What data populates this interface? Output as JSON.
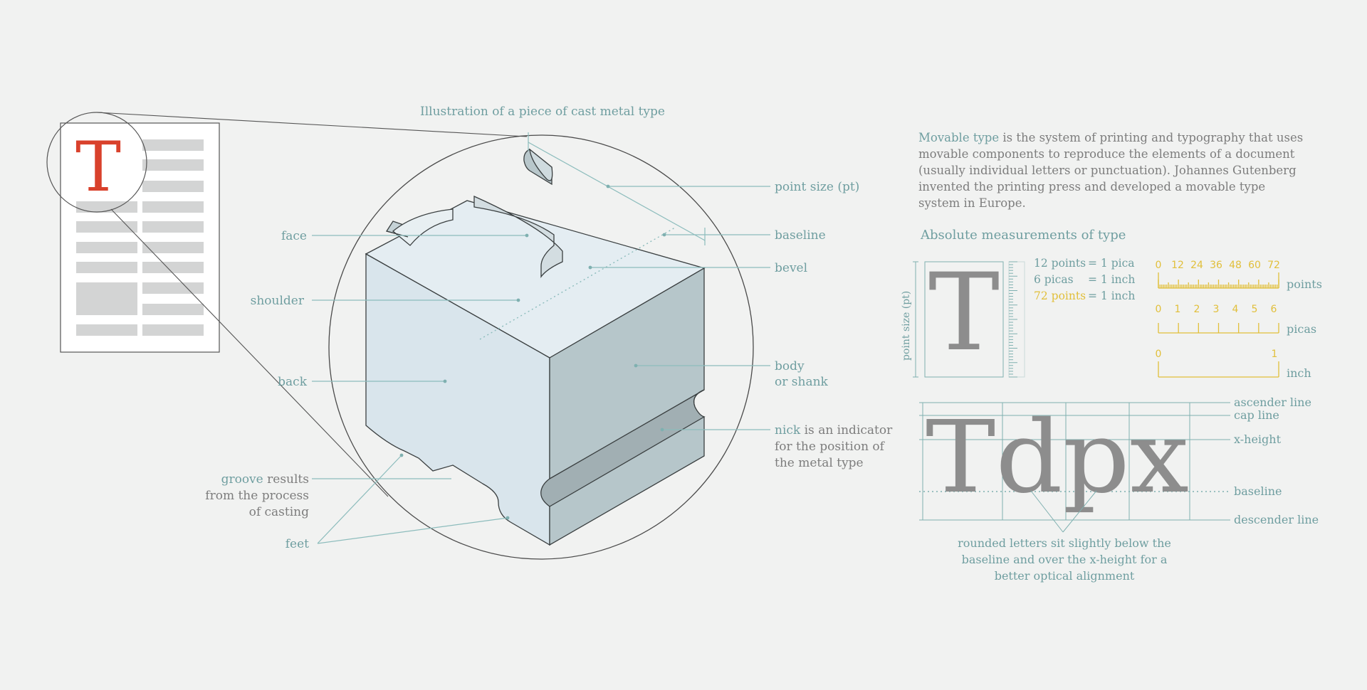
{
  "title": "Illustration of a piece of cast metal type",
  "document_letter": "T",
  "labels": {
    "face": "face",
    "shoulder": "shoulder",
    "back": "back",
    "groove_term": "groove",
    "groove_rest": " results",
    "groove_line2": "from the process",
    "groove_line3": "of casting",
    "feet": "feet",
    "point_size": "point size (pt)",
    "baseline": "baseline",
    "bevel": "bevel",
    "body_line1": "body",
    "body_line2": "or shank",
    "nick_term": "nick",
    "nick_rest": " is an indicator",
    "nick_line2": "for the position of",
    "nick_line3": "the metal type"
  },
  "description": {
    "term": "Movable type",
    "line1_rest": " is the system of printing and typography that uses",
    "line2": "movable components to reproduce the elements of a document",
    "line3": "(usually individual letters or punctuation). Johannes Gutenberg",
    "line4": "invented the printing press and developed a movable type",
    "line5": "system in Europe."
  },
  "measurements": {
    "heading": "Absolute measurements of type",
    "vertical_label": "point size (pt)",
    "sample_letter": "T",
    "rows": [
      {
        "left": "12 points",
        "right": "= 1 pica"
      },
      {
        "left": "6 picas",
        "right": "= 1 inch"
      },
      {
        "left": "72 points",
        "right": "= 1 inch"
      }
    ],
    "scales": [
      {
        "unit": "points",
        "ticks": [
          "0",
          "12",
          "24",
          "36",
          "48",
          "60",
          "72"
        ]
      },
      {
        "unit": "picas",
        "ticks": [
          "0",
          "1",
          "2",
          "3",
          "4",
          "5",
          "6"
        ]
      },
      {
        "unit": "inch",
        "ticks": [
          "0",
          "1"
        ]
      }
    ]
  },
  "lines": {
    "sample_word": "Tdpx",
    "ascender": "ascender line",
    "cap": "cap line",
    "xheight": "x-height",
    "baseline": "baseline",
    "descender": "descender line",
    "note_line1": "rounded letters sit slightly below the",
    "note_line2": "baseline and over the x-height for a",
    "note_line3": "better optical alignment"
  },
  "colors": {
    "accent_teal": "#6f9ea0",
    "accent_yellow": "#e1bf3a",
    "letter_red": "#d9412c",
    "type_front": "#dae6ec",
    "type_side": "#b5c5c9"
  }
}
